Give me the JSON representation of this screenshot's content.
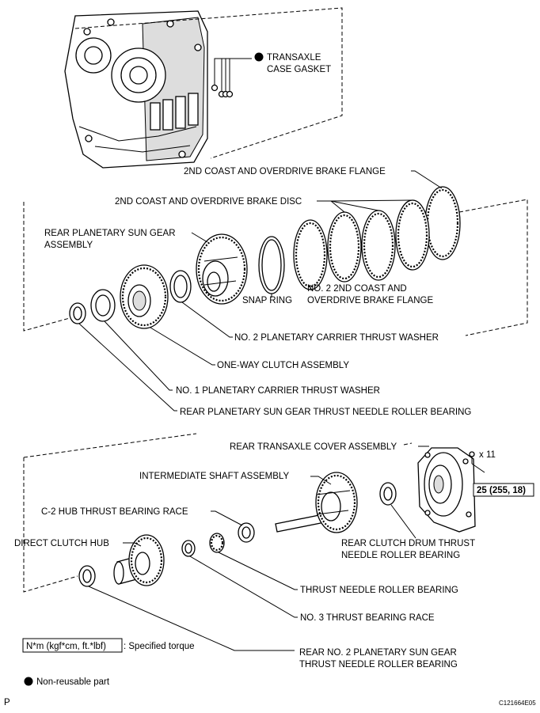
{
  "labels": {
    "transaxle_case_gasket_1": "TRANSAXLE",
    "transaxle_case_gasket_2": "CASE GASKET",
    "brake_flange": "2ND COAST AND OVERDRIVE BRAKE FLANGE",
    "brake_disc": "2ND COAST AND OVERDRIVE BRAKE DISC",
    "rear_sun_gear_1": "REAR PLANETARY SUN GEAR",
    "rear_sun_gear_2": "ASSEMBLY",
    "no2_flange_1": "NO. 2 2ND COAST AND",
    "no2_flange_2": "OVERDRIVE BRAKE FLANGE",
    "snap_ring": "SNAP RING",
    "no2_carrier_washer": "NO. 2 PLANETARY CARRIER THRUST WASHER",
    "one_way_clutch": "ONE-WAY CLUTCH ASSEMBLY",
    "no1_carrier_washer": "NO. 1 PLANETARY CARRIER THRUST WASHER",
    "sun_gear_bearing": "REAR PLANETARY SUN GEAR THRUST NEEDLE ROLLER BEARING",
    "rear_cover": "REAR TRANSAXLE COVER ASSEMBLY",
    "bolt_count": "x 11",
    "torque_value": "25 (255, 18)",
    "intermediate_shaft": "INTERMEDIATE SHAFT ASSEMBLY",
    "c2_race": "C-2 HUB THRUST BEARING RACE",
    "rear_drum_bearing_1": "REAR CLUTCH DRUM THRUST",
    "rear_drum_bearing_2": "NEEDLE ROLLER BEARING",
    "direct_clutch_hub": "DIRECT CLUTCH HUB",
    "thrust_bearing": "THRUST NEEDLE ROLLER BEARING",
    "no3_race": "NO. 3 THRUST BEARING RACE",
    "rear_no2_bearing_1": "REAR NO. 2 PLANETARY SUN GEAR",
    "rear_no2_bearing_2": "THRUST NEEDLE ROLLER BEARING"
  },
  "legend": {
    "torque_box": "N*m (kgf*cm, ft.*lbf)",
    "torque_text": ": Specified torque",
    "non_reusable": "Non-reusable part"
  },
  "footer": {
    "left": "P",
    "code": "C121664E05"
  }
}
